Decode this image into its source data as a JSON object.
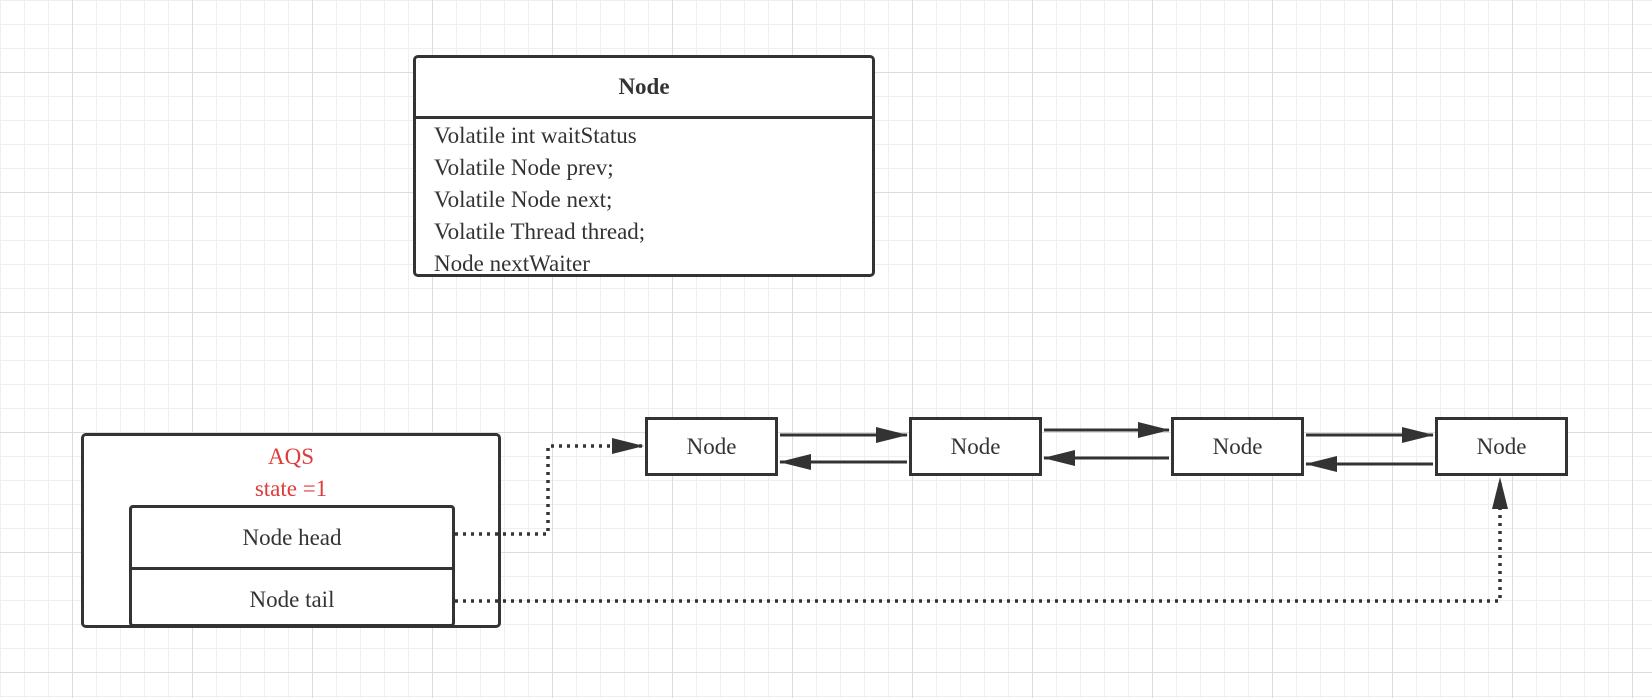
{
  "node_class": {
    "title": "Node",
    "fields": [
      "Volatile int waitStatus",
      "Volatile Node prev;",
      "Volatile Node next;",
      "Volatile Thread thread;",
      "Node nextWaiter"
    ]
  },
  "aqs": {
    "name": "AQS",
    "state": "state =1",
    "head_label": "Node head",
    "tail_label": "Node tail"
  },
  "queue_nodes": [
    "Node",
    "Node",
    "Node",
    "Node"
  ],
  "colors": {
    "stroke": "#333333",
    "aqs_text": "#e03a3a",
    "grid": "#dcdcdc"
  }
}
